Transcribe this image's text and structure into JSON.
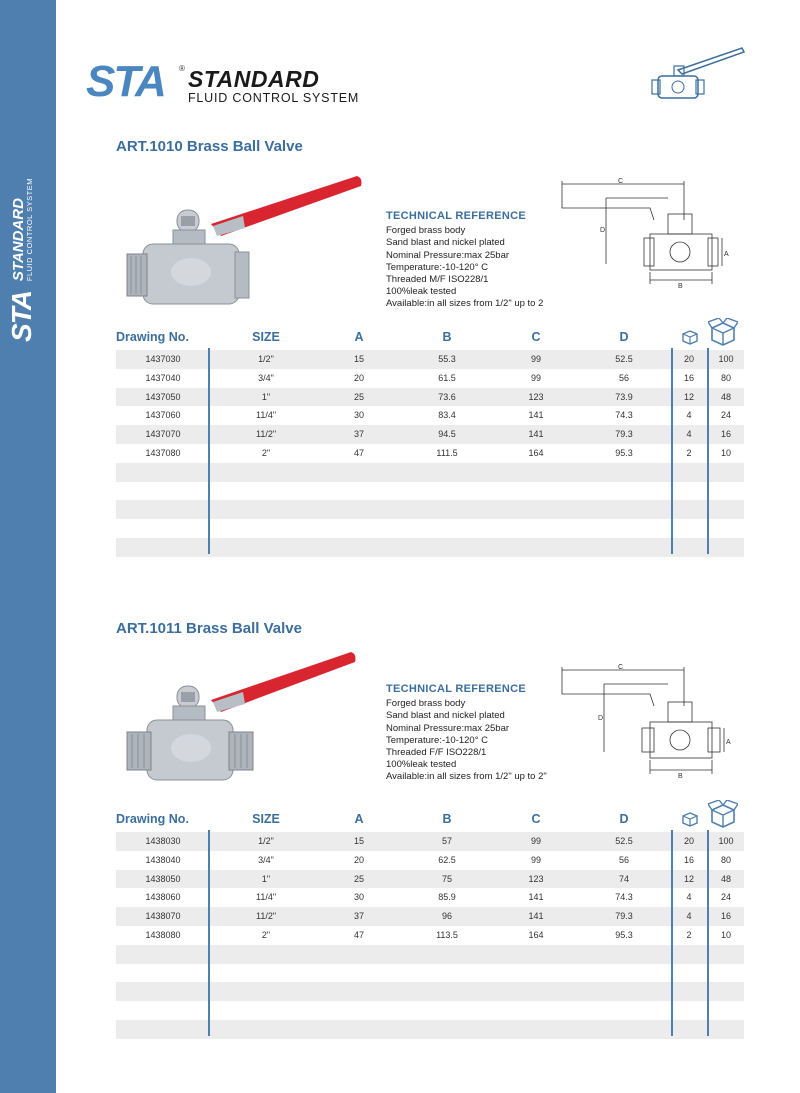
{
  "brand": {
    "sta": "STA",
    "reg": "®",
    "standard": "STANDARD",
    "subtitle": "FLUID CONTROL SYSTEM"
  },
  "colors": {
    "sidebar": "#4f7fae",
    "accent": "#3c6e9c",
    "handle": "#d9252f",
    "row_shade": "#ececec"
  },
  "icons": {
    "small_box": "box-icon",
    "large_box": "carton-icon"
  },
  "columns": [
    "Drawing No.",
    "SIZE",
    "A",
    "B",
    "C",
    "D"
  ],
  "sections": [
    {
      "title": "ART.1010 Brass Ball Valve",
      "tech_title": "TECHNICAL REFERENCE",
      "tech_lines": [
        "Forged brass body",
        "Sand blast and nickel plated",
        "Nominal Pressure:max 25bar",
        "Temperature:-10-120° C",
        "Threaded  M/F ISO228/1",
        "100%leak tested",
        "Available:in all sizes from 1/2\" up to 2"
      ],
      "drawing_labels": {
        "c": "C",
        "d": "D",
        "a": "A",
        "b": "B"
      },
      "rows": [
        {
          "drawing": "1437030",
          "size": "1/2\"",
          "a": "15",
          "b": "55.3",
          "c": "99",
          "d": "52.5",
          "box": "20",
          "carton": "100"
        },
        {
          "drawing": "1437040",
          "size": "3/4\"",
          "a": "20",
          "b": "61.5",
          "c": "99",
          "d": "56",
          "box": "16",
          "carton": "80"
        },
        {
          "drawing": "1437050",
          "size": "1\"",
          "a": "25",
          "b": "73.6",
          "c": "123",
          "d": "73.9",
          "box": "12",
          "carton": "48"
        },
        {
          "drawing": "1437060",
          "size": "11/4\"",
          "a": "30",
          "b": "83.4",
          "c": "141",
          "d": "74.3",
          "box": "4",
          "carton": "24"
        },
        {
          "drawing": "1437070",
          "size": "11/2\"",
          "a": "37",
          "b": "94.5",
          "c": "141",
          "d": "79.3",
          "box": "4",
          "carton": "16"
        },
        {
          "drawing": "1437080",
          "size": "2\"",
          "a": "47",
          "b": "111.5",
          "c": "164",
          "d": "95.3",
          "box": "2",
          "carton": "10"
        }
      ]
    },
    {
      "title": "ART.1011 Brass Ball Valve",
      "tech_title": "TECHNICAL REFERENCE",
      "tech_lines": [
        "Forged brass body",
        "Sand blast and nickel plated",
        "Nominal Pressure:max 25bar",
        "Temperature:-10-120° C",
        "Threaded F/F ISO228/1",
        "100%leak tested",
        "Available:in all sizes from 1/2\" up to 2\""
      ],
      "drawing_labels": {
        "c": "C",
        "d": "D",
        "a": "A",
        "b": "B"
      },
      "rows": [
        {
          "drawing": "1438030",
          "size": "1/2\"",
          "a": "15",
          "b": "57",
          "c": "99",
          "d": "52.5",
          "box": "20",
          "carton": "100"
        },
        {
          "drawing": "1438040",
          "size": "3/4\"",
          "a": "20",
          "b": "62.5",
          "c": "99",
          "d": "56",
          "box": "16",
          "carton": "80"
        },
        {
          "drawing": "1438050",
          "size": "1\"",
          "a": "25",
          "b": "75",
          "c": "123",
          "d": "74",
          "box": "12",
          "carton": "48"
        },
        {
          "drawing": "1438060",
          "size": "11/4\"",
          "a": "30",
          "b": "85.9",
          "c": "141",
          "d": "74.3",
          "box": "4",
          "carton": "24"
        },
        {
          "drawing": "1438070",
          "size": "11/2\"",
          "a": "37",
          "b": "96",
          "c": "141",
          "d": "79.3",
          "box": "4",
          "carton": "16"
        },
        {
          "drawing": "1438080",
          "size": "2\"",
          "a": "47",
          "b": "113.5",
          "c": "164",
          "d": "95.3",
          "box": "2",
          "carton": "10"
        }
      ]
    }
  ]
}
